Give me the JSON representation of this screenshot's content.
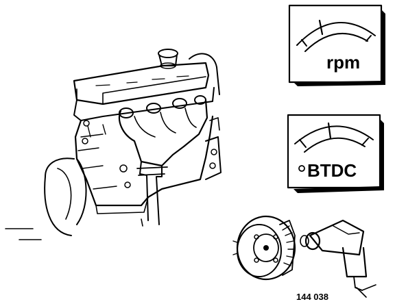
{
  "gauges": {
    "tachometer": {
      "label": "rpm"
    },
    "timing_meter": {
      "label": "BTDC"
    }
  },
  "figure_number": "144 038",
  "icons": [
    "engine-drawing",
    "tachometer-gauge",
    "timing-gauge",
    "crankshaft-pulley",
    "timing-light"
  ]
}
